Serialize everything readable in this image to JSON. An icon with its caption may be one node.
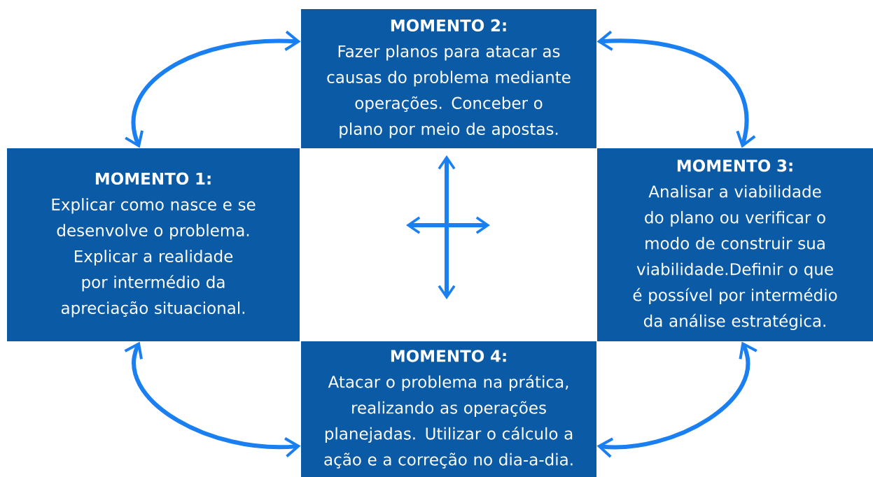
{
  "diagram": {
    "nodes": [
      {
        "text": [
          "MOMENTO 2:",
          "Fazer planos para atacar as causas do problema mediante operações. Conceber o plano por meio de apostas."
        ]
      },
      {
        "text": [
          "MOMENTO 1:",
          "Explicar como nasce e se desenvolve o problema. Explicar a realidade por intermédio da apreciação situacional."
        ]
      },
      {
        "text": [
          "MOMENTO 3:",
          "Analisar a viabilidade do plano ou verificar o modo de construir sua viabilidade.Definir o que é possível por intermédio da análise estratégica."
        ]
      },
      {
        "text": [
          "MOMENTO 4:",
          "Atacar o problema na prática, realizando as operações planejadas. Utilizar o cálculo a ação e a correção no dia-a-dia."
        ]
      }
    ],
    "edges": [
      {
        "from": 1,
        "to": 0,
        "arrow": "both"
      },
      {
        "from": 0,
        "to": 2,
        "arrow": "both"
      },
      {
        "from": 1,
        "to": 3,
        "arrow": "both"
      },
      {
        "from": 2,
        "to": 3,
        "arrow": "both"
      }
    ]
  }
}
